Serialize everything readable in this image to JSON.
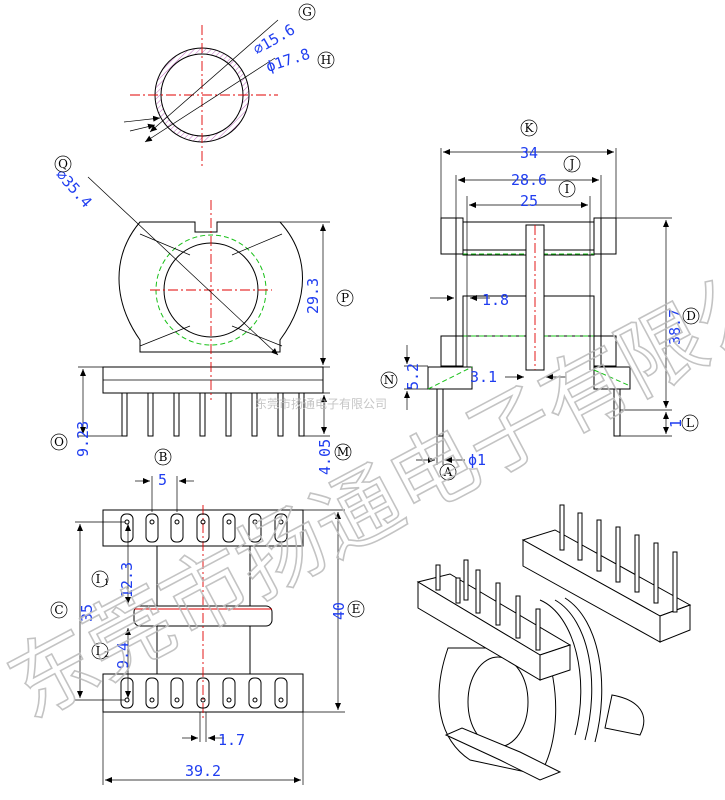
{
  "diagram": {
    "dimensions": {
      "G": "⌀15.6",
      "H": "ϕ17.8",
      "Q": "⌀35.4",
      "P": "29.3",
      "O": "9.23",
      "M": "4.05",
      "K": "34",
      "J": "28.6",
      "I": "25",
      "D": "38.7",
      "W": "1.8",
      "N": "5.2",
      "T": "3.1",
      "A": "ϕ1",
      "L": "1",
      "B": "5",
      "I1": "12.3",
      "C": "35",
      "E": "40",
      "I2": "9.4",
      "S": "1.7",
      "F": "39.2"
    },
    "letters": {
      "G": "G",
      "H": "H",
      "Q": "Q",
      "P": "P",
      "O": "O",
      "M": "M",
      "K": "K",
      "J": "J",
      "I": "I",
      "D": "D",
      "N": "N",
      "A": "A",
      "L": "L",
      "B": "B",
      "C": "C",
      "E": "E",
      "I1": "I",
      "I1sub": "1",
      "I2": "I",
      "I2sub": "2"
    },
    "watermark": {
      "large": "东莞市扬通电子有限公司",
      "small": "东莞市扬通电子有限公司"
    }
  }
}
